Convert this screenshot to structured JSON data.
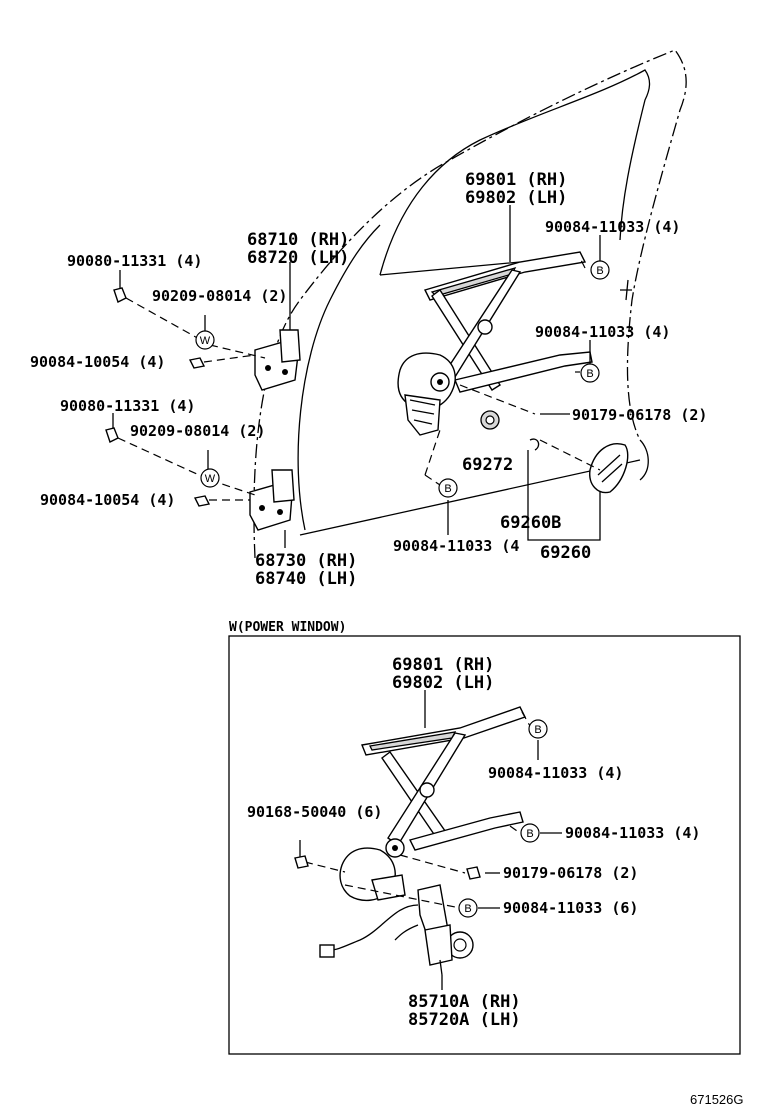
{
  "labels": {
    "p69801_rh_top": "69801 (RH)",
    "p69802_lh_top": "69802 (LH)",
    "p90084_11033_4_a": "90084-11033 (4)",
    "p90084_11033_4_b": "90084-11033 (4)",
    "p90179_06178_2_top": "90179-06178 (2)",
    "p69272": "69272",
    "p69260b": "69260B",
    "p69260": "69260",
    "p90084_11033_4_c": "90084-11033 (4",
    "p68710_rh": "68710 (RH)",
    "p68720_lh": "68720 (LH)",
    "p90080_11331_4_a": "90080-11331 (4)",
    "p90209_08014_2_a": "90209-08014 (2)",
    "p90084_10054_4_a": "90084-10054 (4)",
    "p90080_11331_4_b": "90080-11331 (4)",
    "p90209_08014_2_b": "90209-08014 (2)",
    "p90084_10054_4_b": "90084-10054 (4)",
    "p68730_rh": "68730 (RH)",
    "p68740_lh": "68740 (LH)",
    "section_title": "W(POWER WINDOW)",
    "p69801_rh_box": "69801 (RH)",
    "p69802_lh_box": "69802 (LH)",
    "p90084_11033_4_d": "90084-11033 (4)",
    "p90168_50040_6": "90168-50040 (6)",
    "p90084_11033_4_e": "90084-11033 (4)",
    "p90179_06178_2_box": "90179-06178 (2)",
    "p90084_11033_6": "90084-11033 (6)",
    "p85710a_rh": "85710A (RH)",
    "p85720a_lh": "85720A (LH)"
  },
  "callouts": {
    "b": "B",
    "w": "W"
  },
  "figure_code": "671526G"
}
